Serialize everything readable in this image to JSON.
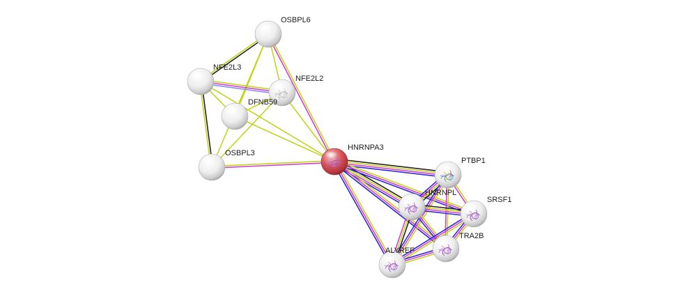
{
  "network": {
    "nodes": [
      {
        "id": "OSBPL6",
        "label": "OSBPL6",
        "color": "#ffffff",
        "icon": "none"
      },
      {
        "id": "NFE2L3",
        "label": "NFE2L3",
        "color": "#ffffff",
        "icon": "none"
      },
      {
        "id": "NFE2L2",
        "label": "NFE2L2",
        "color": "#ffffff",
        "icon": "structure-sketch"
      },
      {
        "id": "DFNB59",
        "label": "DFNB59",
        "color": "#ffffff",
        "icon": "none"
      },
      {
        "id": "OSBPL3",
        "label": "OSBPL3",
        "color": "#ffffff",
        "icon": "none"
      },
      {
        "id": "HNRNPA3",
        "label": "HNRNPA3",
        "color": "#d9545c",
        "icon": "protein-structure"
      },
      {
        "id": "PTBP1",
        "label": "PTBP1",
        "color": "#ffffff",
        "icon": "protein-structure-colored"
      },
      {
        "id": "HNRNPL",
        "label": "HNRNPL",
        "color": "#ffffff",
        "icon": "protein-structure"
      },
      {
        "id": "SRSF1",
        "label": "SRSF1",
        "color": "#ffffff",
        "icon": "protein-structure"
      },
      {
        "id": "TRA2B",
        "label": "TRA2B",
        "color": "#ffffff",
        "icon": "protein-structure"
      },
      {
        "id": "ALYREF",
        "label": "ALYREF",
        "color": "#ffffff",
        "icon": "protein-structure"
      }
    ],
    "edge_colors": {
      "textmining": "#c2d41c",
      "experiments": "#d33fd3",
      "coexpression": "#222222",
      "databases": "#2a2ad8",
      "homology": "#8a8aff"
    },
    "edges": [
      {
        "a": "OSBPL6",
        "b": "NFE2L3",
        "types": [
          "coexpression",
          "textmining"
        ]
      },
      {
        "a": "OSBPL6",
        "b": "NFE2L2",
        "types": [
          "textmining"
        ]
      },
      {
        "a": "OSBPL6",
        "b": "HNRNPA3",
        "types": [
          "textmining",
          "experiments"
        ]
      },
      {
        "a": "OSBPL6",
        "b": "DFNB59",
        "types": [
          "textmining"
        ]
      },
      {
        "a": "OSBPL6",
        "b": "OSBPL3",
        "types": [
          "textmining"
        ]
      },
      {
        "a": "NFE2L3",
        "b": "NFE2L2",
        "types": [
          "textmining",
          "experiments",
          "homology"
        ]
      },
      {
        "a": "NFE2L3",
        "b": "DFNB59",
        "types": [
          "textmining"
        ]
      },
      {
        "a": "NFE2L3",
        "b": "OSBPL3",
        "types": [
          "coexpression",
          "textmining"
        ]
      },
      {
        "a": "NFE2L3",
        "b": "HNRNPA3",
        "types": [
          "textmining"
        ]
      },
      {
        "a": "NFE2L2",
        "b": "DFNB59",
        "types": [
          "textmining"
        ]
      },
      {
        "a": "NFE2L2",
        "b": "HNRNPA3",
        "types": [
          "textmining"
        ]
      },
      {
        "a": "NFE2L2",
        "b": "OSBPL3",
        "types": [
          "textmining"
        ]
      },
      {
        "a": "DFNB59",
        "b": "HNRNPA3",
        "types": [
          "textmining"
        ]
      },
      {
        "a": "OSBPL3",
        "b": "HNRNPA3",
        "types": [
          "textmining",
          "experiments"
        ]
      },
      {
        "a": "HNRNPA3",
        "b": "PTBP1",
        "types": [
          "coexpression",
          "textmining",
          "experiments",
          "databases"
        ]
      },
      {
        "a": "HNRNPA3",
        "b": "HNRNPL",
        "types": [
          "coexpression",
          "textmining",
          "experiments",
          "databases"
        ]
      },
      {
        "a": "HNRNPA3",
        "b": "SRSF1",
        "types": [
          "textmining",
          "experiments",
          "databases"
        ]
      },
      {
        "a": "HNRNPA3",
        "b": "TRA2B",
        "types": [
          "textmining",
          "experiments",
          "databases"
        ]
      },
      {
        "a": "HNRNPA3",
        "b": "ALYREF",
        "types": [
          "textmining",
          "experiments",
          "databases"
        ]
      },
      {
        "a": "PTBP1",
        "b": "HNRNPL",
        "types": [
          "coexpression",
          "textmining",
          "experiments",
          "databases"
        ]
      },
      {
        "a": "PTBP1",
        "b": "SRSF1",
        "types": [
          "textmining",
          "experiments"
        ]
      },
      {
        "a": "PTBP1",
        "b": "TRA2B",
        "types": [
          "textmining",
          "experiments"
        ]
      },
      {
        "a": "PTBP1",
        "b": "ALYREF",
        "types": [
          "textmining",
          "experiments",
          "databases"
        ]
      },
      {
        "a": "HNRNPL",
        "b": "SRSF1",
        "types": [
          "coexpression",
          "textmining",
          "experiments",
          "databases"
        ]
      },
      {
        "a": "HNRNPL",
        "b": "TRA2B",
        "types": [
          "textmining",
          "experiments",
          "databases"
        ]
      },
      {
        "a": "HNRNPL",
        "b": "ALYREF",
        "types": [
          "coexpression",
          "textmining",
          "experiments"
        ]
      },
      {
        "a": "SRSF1",
        "b": "TRA2B",
        "types": [
          "textmining",
          "experiments",
          "databases"
        ]
      },
      {
        "a": "SRSF1",
        "b": "ALYREF",
        "types": [
          "textmining",
          "experiments",
          "databases"
        ]
      },
      {
        "a": "TRA2B",
        "b": "ALYREF",
        "types": [
          "textmining",
          "experiments",
          "databases"
        ]
      }
    ]
  }
}
